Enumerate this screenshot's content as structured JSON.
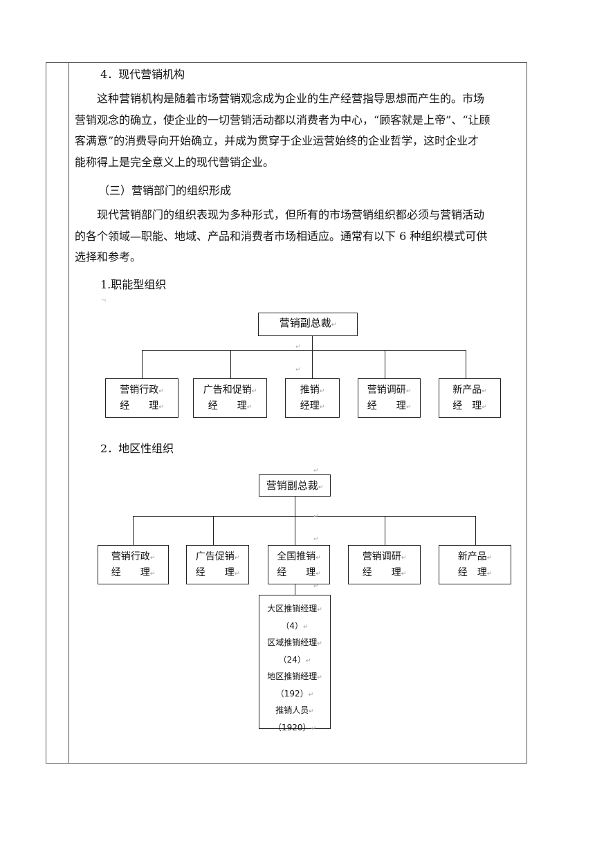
{
  "sections": {
    "h4": "4．现代营销机构",
    "para1_lines": [
      "这种营销机构是随着市场营销观念成为企业的生产经营指导思想而产生的。市场",
      "营销观念的确立，使企业的一切营销活动都以消费者为中心，“顾客就是上帝”、“让顾",
      "客满意”的消费导向开始确立，并成为贯穿于企业运营始终的企业哲学，这时企业才",
      "能称得上是完全意义上的现代营销企业。"
    ],
    "h_san": "（三）营销部门的组织形成",
    "para2_lines": [
      "现代营销部门的组织表现为多种形式，但所有的市场营销组织都必须与营销活动",
      "的各个领域—职能、地域、产品和消费者市场相适应。通常有以下 6 种组织模式可供",
      "选择和参考。"
    ],
    "h_func": "1.职能型组织",
    "h_region": "2．地区性组织"
  },
  "chart1": {
    "top": "营销副总裁",
    "children": [
      [
        "营销行政",
        "经　　理"
      ],
      [
        "广告和促销",
        "经　　理"
      ],
      [
        "推销",
        "经理"
      ],
      [
        "营销调研",
        "经　　理"
      ],
      [
        "新产品",
        "经　理"
      ]
    ]
  },
  "chart2": {
    "top": "营销副总裁",
    "children": [
      [
        "营销行政",
        "经　　理"
      ],
      [
        "广告促销",
        "经　　理"
      ],
      [
        "全国推销",
        "经　　理"
      ],
      [
        "营销调研",
        "经　　理"
      ],
      [
        "新产品",
        "经　理"
      ]
    ],
    "sub_list": [
      "大区推销经理",
      "（4）",
      "区域推销经理",
      "（24）",
      "地区推销经理",
      "（192）",
      "推销人员",
      "（1920）"
    ]
  },
  "return_mark": "↵"
}
